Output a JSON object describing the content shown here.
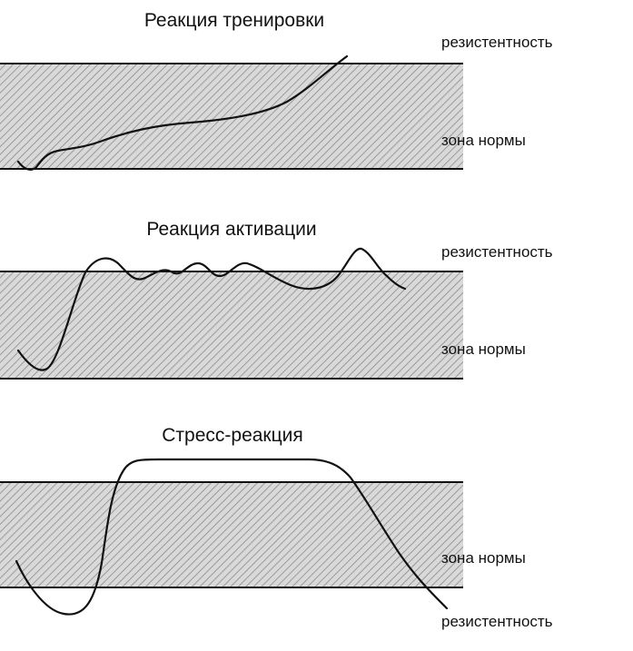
{
  "panels": [
    {
      "title": "Реакция тренировки",
      "label_resistance": "резистентность",
      "label_norm": "зона нормы"
    },
    {
      "title": "Реакция активации",
      "label_resistance": "резистентность",
      "label_norm": "зона нормы"
    },
    {
      "title": "Стресс-реакция",
      "label_resistance": "резистентность",
      "label_norm": "зона нормы"
    }
  ],
  "colors": {
    "line": "#111111",
    "band_fill": "#d9d9d9",
    "hatch": "#8a8a8a",
    "background": "#ffffff"
  }
}
